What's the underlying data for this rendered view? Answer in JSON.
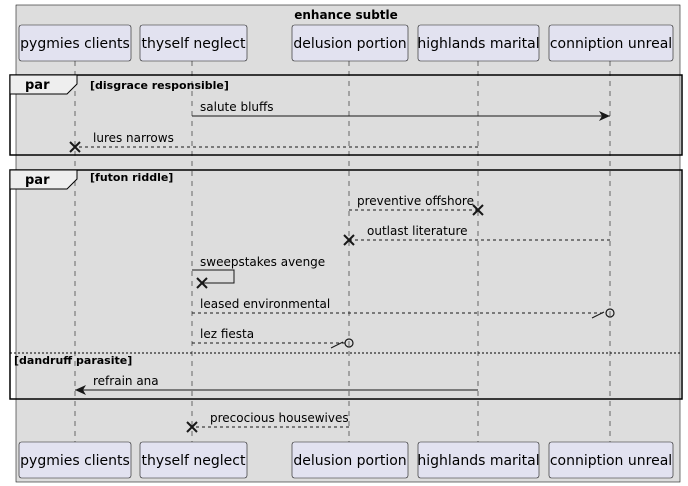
{
  "diagram": {
    "title": "enhance subtle",
    "participants": [
      {
        "id": "p1",
        "label": "pygmies clients"
      },
      {
        "id": "p2",
        "label": "thyself neglect"
      },
      {
        "id": "p3",
        "label": "delusion portion"
      },
      {
        "id": "p4",
        "label": "highlands marital"
      },
      {
        "id": "p5",
        "label": "conniption unreal"
      }
    ],
    "fragments": [
      {
        "keyword": "par",
        "guard": "[disgrace responsible]",
        "else_guards": []
      },
      {
        "keyword": "par",
        "guard": "[futon riddle]",
        "else_guards": [
          "[dandruff parasite]"
        ]
      }
    ],
    "messages": [
      {
        "from": "p2",
        "to": "p5",
        "label": "salute bluffs",
        "style": "solid",
        "head": "arrow"
      },
      {
        "from": "p4",
        "to": "p1",
        "label": "lures narrows",
        "style": "dashed",
        "head": "cross"
      },
      {
        "from": "p3",
        "to": "p4",
        "label": "preventive offshore",
        "style": "dashed",
        "head": "cross"
      },
      {
        "from": "p5",
        "to": "p3",
        "label": "outlast literature",
        "style": "dashed",
        "head": "cross"
      },
      {
        "from": "p2",
        "to": "p2",
        "label": "sweepstakes avenge",
        "style": "solid",
        "head": "cross"
      },
      {
        "from": "p2",
        "to": "p5",
        "label": "leased environmental",
        "style": "dashed",
        "head": "circle"
      },
      {
        "from": "p2",
        "to": "p3",
        "label": "lez fiesta",
        "style": "dashed",
        "head": "circle"
      },
      {
        "from": "p4",
        "to": "p1",
        "label": "refrain ana",
        "style": "solid",
        "head": "arrow"
      },
      {
        "from": "p3",
        "to": "p2",
        "label": "precocious housewives",
        "style": "dashed",
        "head": "cross"
      }
    ]
  },
  "colors": {
    "boxFill": "#dddddd",
    "participantFill": "#e2e2f0",
    "participantStroke": "#181818",
    "line": "#181818"
  }
}
